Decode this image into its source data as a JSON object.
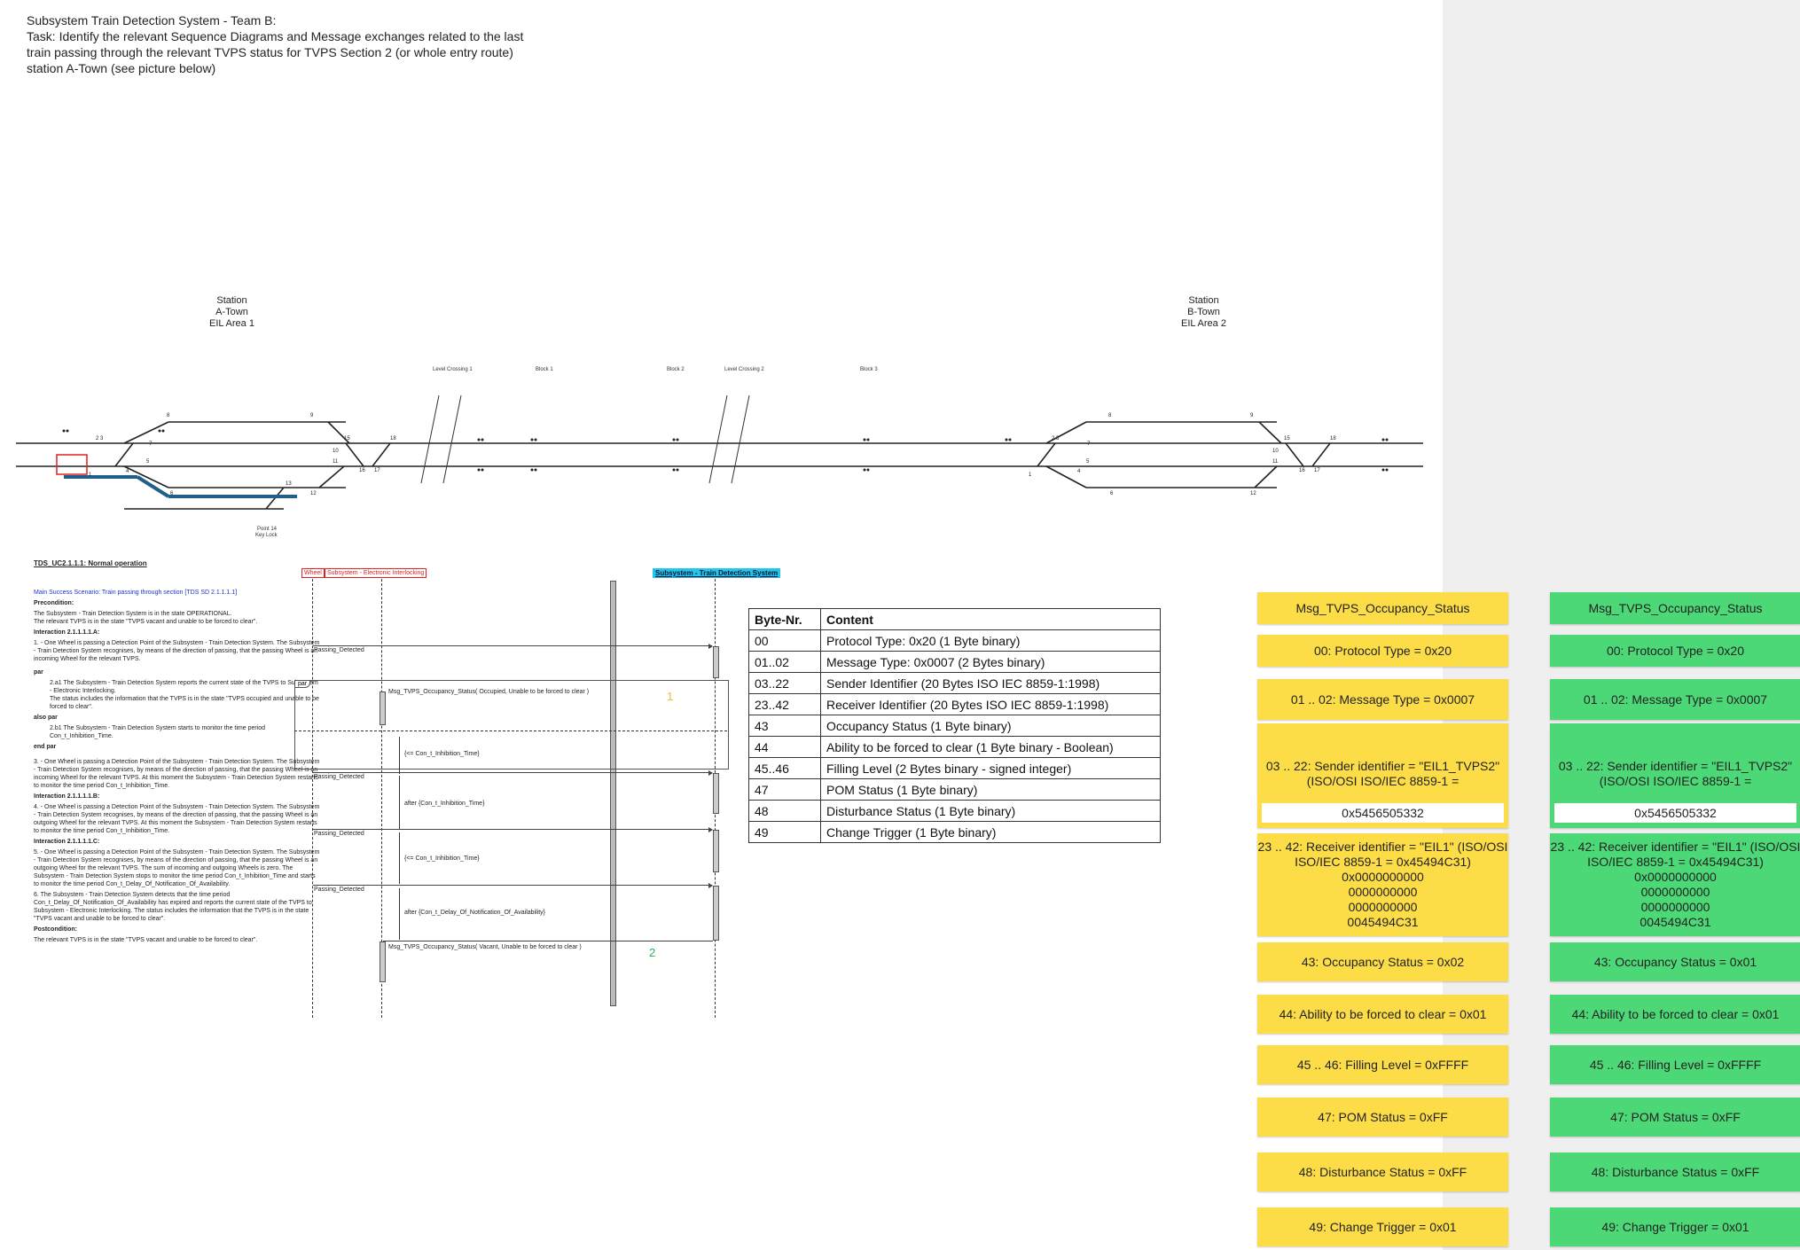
{
  "task": {
    "line1": "Subsystem Train Detection System - Team B:",
    "line2": "Task: Identify the relevant Sequence Diagrams and Message exchanges related to the last train passing through the relevant TVPS status for TVPS Section 2 (or whole entry route) station A-Town (see picture below)"
  },
  "stations": {
    "a": {
      "l1": "Station",
      "l2": "A-Town",
      "l3": "EIL Area 1"
    },
    "b": {
      "l1": "Station",
      "l2": "B-Town",
      "l3": "EIL Area 2"
    }
  },
  "track_labels": {
    "level_crossing_1": "Level Crossing 1",
    "block_1": "Block 1",
    "block_2": "Block 2",
    "level_crossing_2": "Level Crossing 2",
    "block_3": "Block 3",
    "point_14": "Point 14",
    "key_lock": "Key Lock"
  },
  "sequence": {
    "title": "TDS_UC2.1.1.1: Normal operation",
    "main_scenario": "Main Success Scenario: Train passing through section [TDS SD 2.1.1.1.1]",
    "precondition_label": "Precondition:",
    "pre1": "The Subsystem - Train Detection System is in the state OPERATIONAL.",
    "pre2": "The relevant TVPS is in the state \"TVPS vacant and unable to be forced to clear\".",
    "int_a": "Interaction 2.1.1.1.1.A:",
    "step1": "1. - One Wheel is passing a Detection Point of the Subsystem - Train Detection System. The Subsystem - Train Detection System recognises, by means of the direction of passing, that the passing Wheel is an incoming Wheel for the relevant TVPS.",
    "par": "par",
    "step2a1": "2.a1 The Subsystem - Train Detection System reports the current state of the TVPS to Subsystem - Electronic Interlocking.",
    "step2a2": "The status includes the information that the TVPS is in the state \"TVPS occupied and unable to be forced to clear\".",
    "also_par": "also par",
    "step2b1": "2.b1 The Subsystem - Train Detection System starts to monitor the time period Con_t_Inhibition_Time.",
    "end_par": "end par",
    "step3": "3. - One Wheel is passing a Detection Point of the Subsystem - Train Detection System. The Subsystem - Train Detection System recognises, by means of the direction of passing, that the passing Wheel is an incoming Wheel for the relevant TVPS. At this moment the Subsystem - Train Detection System restarts to monitor the time period Con_t_Inhibition_Time.",
    "int_b": "Interaction 2.1.1.1.1.B:",
    "step4": "4. - One Wheel is passing a Detection Point of the Subsystem - Train Detection System. The Subsystem - Train Detection System recognises, by means of the direction of passing, that the passing Wheel is an outgoing Wheel for the relevant TVPS. At this moment the Subsystem - Train Detection System restarts to monitor the time period Con_t_Inhibition_Time.",
    "int_c": "Interaction 2.1.1.1.1.C:",
    "step5": "5. - One Wheel is passing a Detection Point of the Subsystem - Train Detection System. The Subsystem - Train Detection System recognises, by means of the direction of passing, that the passing Wheel is an outgoing Wheel for the relevant TVPS. The sum of incoming and outgoing Wheels is zero. The Subsystem - Train Detection System stops to monitor the time period Con_t_Inhibition_Time and starts to monitor the time period Con_t_Delay_Of_Notification_Of_Availability.",
    "step6": "6. The Subsystem - Train Detection System detects that the time period Con_t_Delay_Of_Notification_Of_Availability has expired and reports the current state of the TVPS to Subsystem - Electronic Interlocking. The status includes the information that the TVPS is in the state \"TVPS vacant and unable to be forced to clear\".",
    "postcondition_label": "Postcondition:",
    "post1": "The relevant TVPS is in the state \"TVPS vacant and unable to be forced to clear\".",
    "actor_wheel": "Wheel",
    "actor_eil": "Subsystem - Electronic Interlocking",
    "actor_tds": "Subsystem - Train Detection System",
    "passing_detected": "Passing_Detected",
    "par_tag": "par",
    "msg_occupied": "Msg_TVPS_Occupancy_Status( Occupied, Unable to be forced to clear )",
    "msg_vacant": "Msg_TVPS_Occupancy_Status( Vacant, Unable to be forced to clear )",
    "timer_lt": "{<= Con_t_Inhibition_Time}",
    "timer_after": "after {Con_t_Inhibition_Time}",
    "timer_delay": "after {Con_t_Delay_Of_Notification_Of_Availability}",
    "mark1": "1",
    "mark2": "2"
  },
  "byte_table": {
    "headers": [
      "Byte-Nr.",
      "Content"
    ],
    "rows": [
      [
        "00",
        "Protocol Type: 0x20 (1 Byte binary)"
      ],
      [
        "01..02",
        "Message Type: 0x0007 (2 Bytes binary)"
      ],
      [
        "03..22",
        "Sender Identifier (20 Bytes ISO IEC 8859-1:1998)"
      ],
      [
        "23..42",
        "Receiver Identifier (20 Bytes ISO IEC 8859-1:1998)"
      ],
      [
        "43",
        "Occupancy Status  (1 Byte binary)"
      ],
      [
        "44",
        "Ability to be forced to clear (1 Byte binary - Boolean)"
      ],
      [
        "45..46",
        "Filling Level (2 Bytes binary - signed integer)"
      ],
      [
        "47",
        "POM Status (1 Byte binary)"
      ],
      [
        "48",
        "Disturbance Status (1 Byte binary)"
      ],
      [
        "49",
        "Change Trigger (1 Byte binary)"
      ]
    ]
  },
  "notes_yellow": {
    "title": "Msg_TVPS_Occupancy_Status",
    "protocol": "00: Protocol Type = 0x20",
    "msgtype": "01 .. 02: Message Type = 0x0007",
    "sender": "03 .. 22: Sender identifier = \"EIL1_TVPS2\" (ISO/OSI ISO/IEC 8859-1 =",
    "sender_hex": "0x5456505332",
    "receiver": "23 .. 42: Receiver identifier = \"EIL1\" (ISO/OSI ISO/IEC 8859-1 = 0x45494C31)",
    "receiver_hex1": "0x0000000000",
    "receiver_hex2": "0000000000",
    "receiver_hex3": "0000000000",
    "receiver_hex4": "0045494C31",
    "occupancy": "43: Occupancy Status = 0x02",
    "ability": "44: Ability to be forced to clear = 0x01",
    "filling": "45 .. 46: Filling Level = 0xFFFF",
    "pom": "47: POM Status = 0xFF",
    "disturbance": "48: Disturbance Status = 0xFF",
    "trigger": "49: Change Trigger = 0x01"
  },
  "notes_green": {
    "title": "Msg_TVPS_Occupancy_Status",
    "protocol": "00: Protocol Type = 0x20",
    "msgtype": "01 .. 02: Message Type = 0x0007",
    "sender": "03 .. 22: Sender identifier = \"EIL1_TVPS2\" (ISO/OSI ISO/IEC 8859-1 =",
    "sender_hex": "0x5456505332",
    "receiver": "23 .. 42: Receiver identifier = \"EIL1\" (ISO/OSI ISO/IEC 8859-1 = 0x45494C31)",
    "receiver_hex1": "0x0000000000",
    "receiver_hex2": "0000000000",
    "receiver_hex3": "0000000000",
    "receiver_hex4": "0045494C31",
    "occupancy": "43: Occupancy Status = 0x01",
    "ability": "44: Ability to be forced to clear = 0x01",
    "filling": "45 .. 46: Filling Level = 0xFFFF",
    "pom": "47: POM Status = 0xFF",
    "disturbance": "48: Disturbance Status = 0xFF",
    "trigger": "49: Change Trigger = 0x01"
  },
  "colors": {
    "yellow_note": "#fddd47",
    "green_note": "#4cd877",
    "tds_box": "#22c6e8",
    "route_highlight": "#1f5f8b"
  }
}
